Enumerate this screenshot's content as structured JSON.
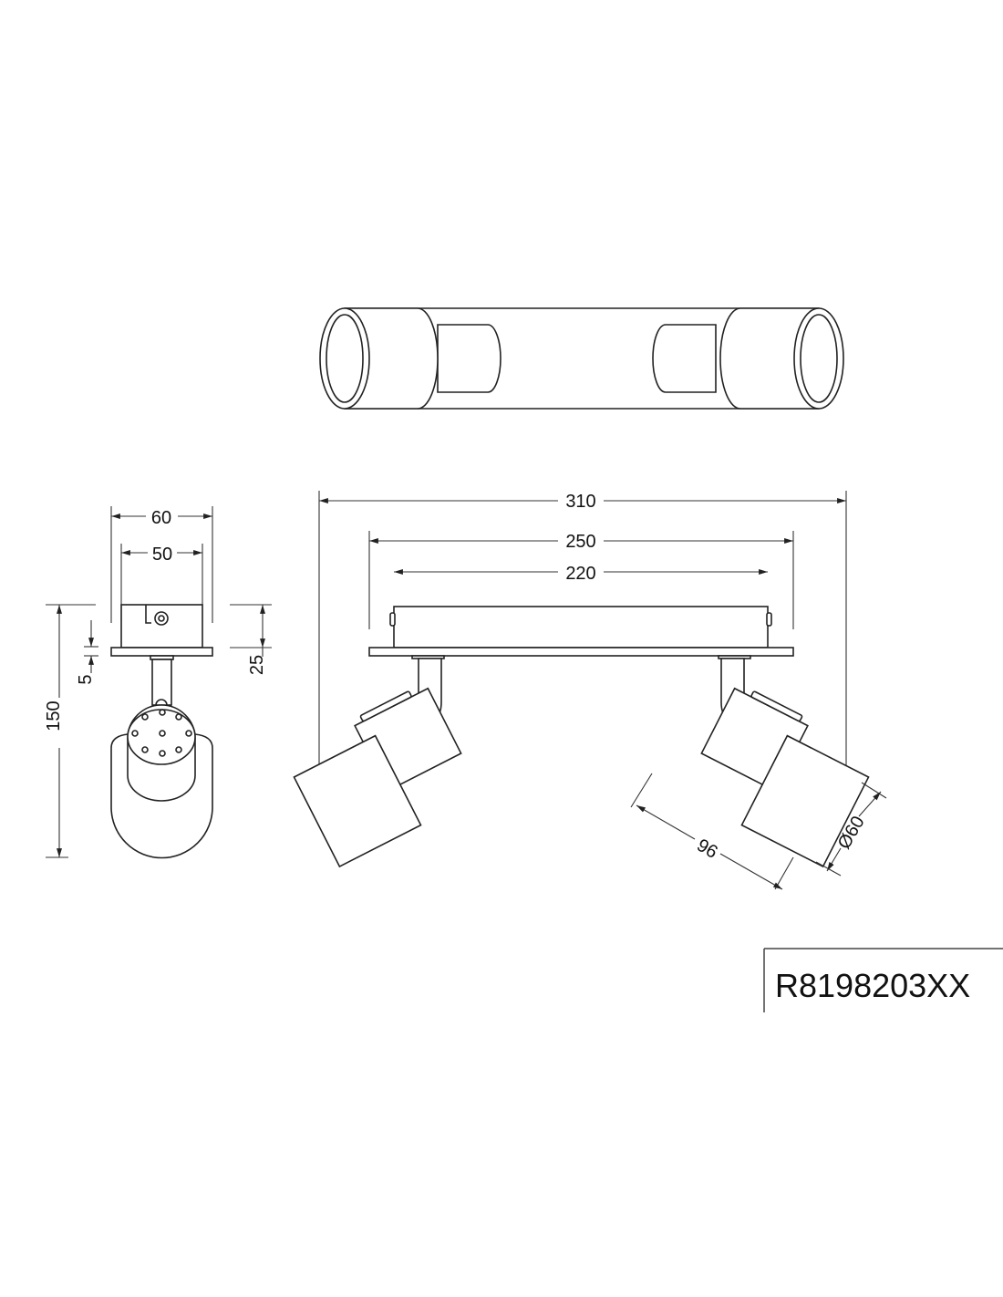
{
  "dimensions": {
    "width_total": "60",
    "width_inner": "50",
    "height_total": "150",
    "base_height": "25",
    "plate_thickness": "5",
    "length_total": "310",
    "plate_length": "250",
    "box_length": "220",
    "shade_length": "96",
    "shade_diameter": "Ø60"
  },
  "product_code": "R8198203XX"
}
